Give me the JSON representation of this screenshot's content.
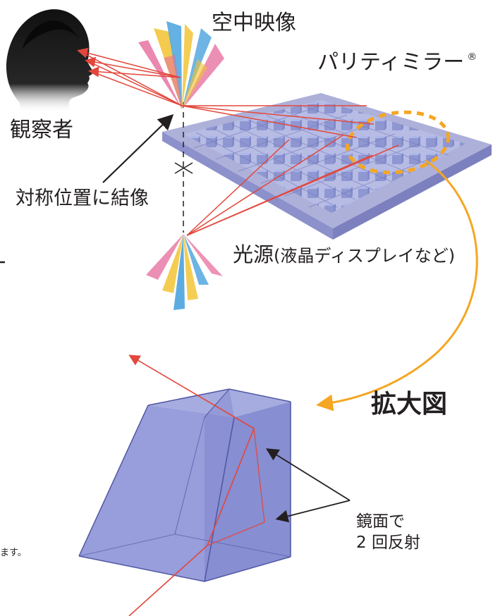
{
  "labels": {
    "aerial_image": "空中映像",
    "parity_mirror": "パリティミラー",
    "registered_mark": "®",
    "observer": "観察者",
    "symmetric_imaging": "対称位置に結像",
    "light_source": "光源",
    "light_source_note": "(液晶ディスプレイなど)",
    "enlarged_view": "拡大図",
    "mirror_reflection_line1": "鏡面で",
    "mirror_reflection_line2": "2 回反射",
    "cut_text": "ます。"
  },
  "colors": {
    "mirror_plate": "#a9acd7",
    "mirror_cube": "#7f88cc",
    "ray": "#e3473c",
    "orange": "#f5a623",
    "fan_blue": "#4aa3df",
    "fan_yellow": "#f2c230",
    "fan_pink": "#e66a9b",
    "observer_head": "#111111"
  }
}
